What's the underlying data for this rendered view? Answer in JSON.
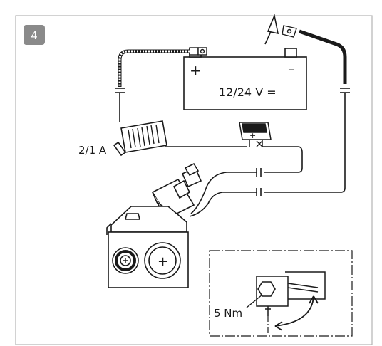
{
  "step": {
    "number": "4",
    "badge_color": "#8a8a8a"
  },
  "battery": {
    "voltage_label": "12/24 V =",
    "plus_sign": "+",
    "minus_sign": "–"
  },
  "fuse": {
    "label": "2/1 A"
  },
  "switch": {
    "plus_sign": "+"
  },
  "valve": {
    "plus_sign": "+"
  },
  "detail": {
    "torque_label": "5 Nm"
  },
  "colors": {
    "line": "#1a1a1a",
    "frame": "#b3b3b3",
    "badge": "#8a8a8a"
  }
}
